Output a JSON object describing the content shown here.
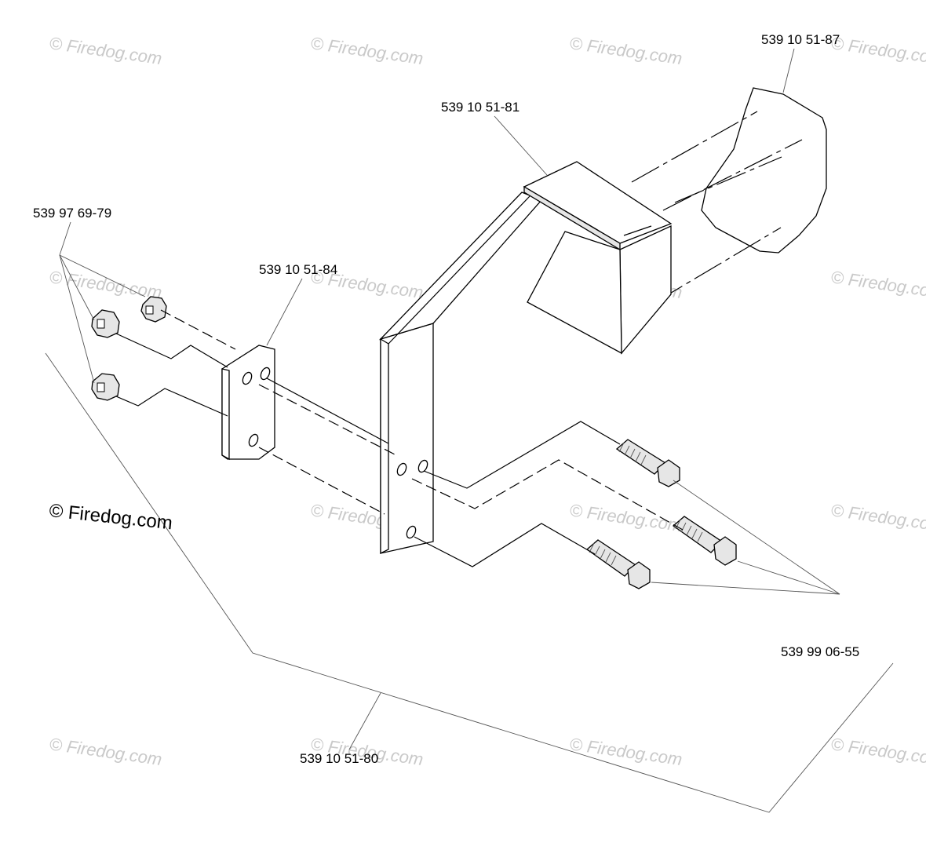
{
  "watermark": "© Firedog.com",
  "credit": "© Firedog.com",
  "parts": [
    {
      "id": "539-10-51-87",
      "label": "539  10  51-87"
    },
    {
      "id": "539-10-51-81",
      "label": "539  10  51-81"
    },
    {
      "id": "539-97-69-79",
      "label": "539  97  69-79"
    },
    {
      "id": "539-10-51-84",
      "label": "539  10  51-84"
    },
    {
      "id": "539-99-06-55",
      "label": "539  99  06-55"
    },
    {
      "id": "539-10-51-80",
      "label": "539  10  51-80"
    }
  ]
}
